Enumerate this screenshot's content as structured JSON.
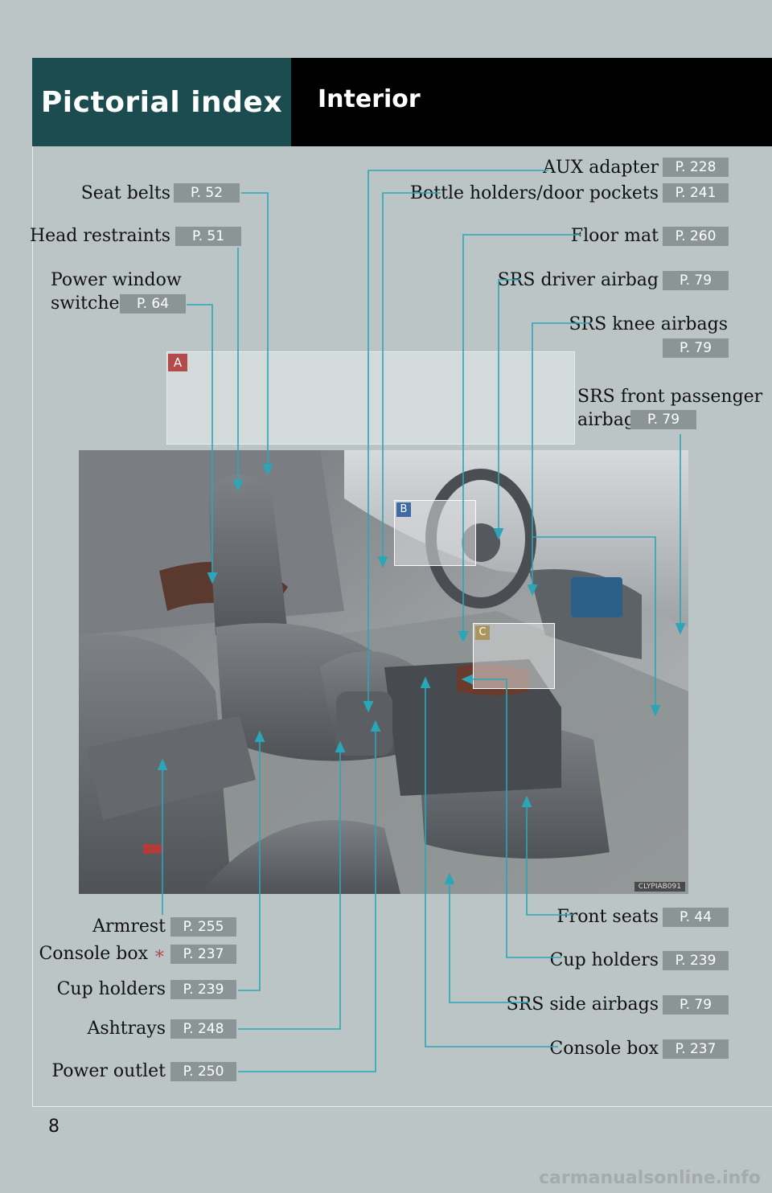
{
  "header": {
    "section": "Pictorial index",
    "title": "Interior"
  },
  "panel_tags": {
    "a": "A",
    "b": "B",
    "c": "C"
  },
  "photo_code": "CLYPIAB091",
  "left_top": [
    {
      "label": "Seat belts",
      "page": "P. 52"
    },
    {
      "label": "Head restraints",
      "page": "P. 51"
    },
    {
      "label_line1": "Power window",
      "label_line2": "switches",
      "page": "P. 64"
    }
  ],
  "right_top": [
    {
      "label": "AUX adapter",
      "page": "P. 228"
    },
    {
      "label": "Bottle holders/door pockets",
      "page": "P. 241"
    },
    {
      "label": "Floor mat",
      "page": "P. 260"
    },
    {
      "label": "SRS driver airbag",
      "page": "P. 79"
    },
    {
      "label": "SRS knee airbags",
      "page": "P. 79"
    },
    {
      "label_line1": "SRS front passenger",
      "label_line2": "airbag",
      "page": "P. 79"
    }
  ],
  "left_bottom": [
    {
      "label": "Armrest",
      "page": "P. 255"
    },
    {
      "label": "Console box",
      "marker": "∗",
      "page": "P. 237"
    },
    {
      "label": "Cup holders",
      "page": "P. 239"
    },
    {
      "label": "Ashtrays",
      "page": "P. 248"
    },
    {
      "label": "Power outlet",
      "page": "P. 250"
    }
  ],
  "right_bottom": [
    {
      "label": "Front seats",
      "page": "P. 44"
    },
    {
      "label": "Cup holders",
      "page": "P. 239"
    },
    {
      "label": "SRS side airbags",
      "page": "P. 79"
    },
    {
      "label": "Console box",
      "page": "P. 237"
    }
  ],
  "page_number": "8",
  "watermark": "carmanualsonline.info",
  "colors": {
    "header_left": "#1b4c4f",
    "header_right": "#000000",
    "leader_line": "#2ba6b8",
    "page_tag": "#8b9596"
  }
}
